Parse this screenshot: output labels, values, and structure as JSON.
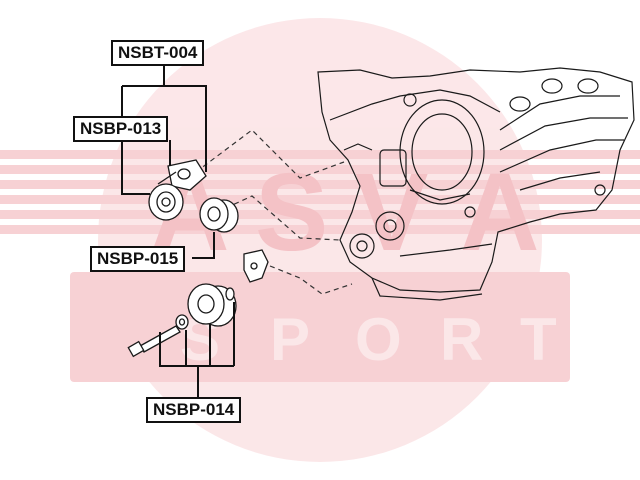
{
  "parts": [
    {
      "id": "nsbt004",
      "code": "NSBT-004"
    },
    {
      "id": "nsbp013",
      "code": "NSBP-013"
    },
    {
      "id": "nsbp015",
      "code": "NSBP-015"
    },
    {
      "id": "nsbp014",
      "code": "NSBP-014"
    }
  ],
  "colors": {
    "watermark": "#f6c9cd",
    "ink": "#111111",
    "background": "#ffffff"
  },
  "icons": {
    "watermark": "asva-sport-logo-watermark",
    "engine": "engine-block-drawing"
  }
}
